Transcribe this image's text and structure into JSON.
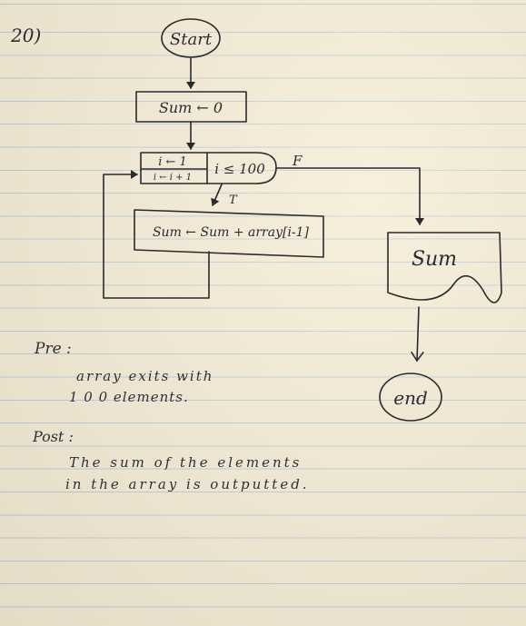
{
  "problem_number": "20)",
  "flowchart": {
    "start_label": "Start",
    "init_label": "Sum ← 0",
    "loop_init": "i ← 1",
    "loop_increment": "i ← i + 1",
    "loop_condition": "i ≤ 100",
    "false_label": "F",
    "true_label": "T",
    "body_label": "Sum ← Sum + array[i-1]",
    "output_label": "Sum",
    "end_label": "end"
  },
  "notes": {
    "pre_heading": "Pre :",
    "pre_line1": "array exits with",
    "pre_line2": "1 0 0 elements.",
    "post_heading": "Post :",
    "post_line1": "The sum of the elements",
    "post_line2": "in the array is outputted."
  }
}
